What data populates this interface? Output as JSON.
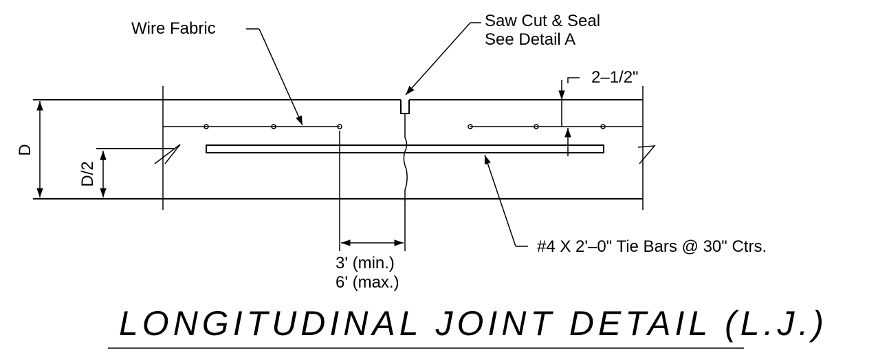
{
  "labels": {
    "wire_fabric": "Wire Fabric",
    "saw_cut_line1": "Saw Cut & Seal",
    "saw_cut_line2": "See Detail A",
    "cover": "2–1/2\"",
    "depth": "D",
    "half_depth": "D/2",
    "tie_bars": "#4 X 2'–0\" Tie Bars @ 30\" Ctrs.",
    "spacing_min": "3' (min.)",
    "spacing_max": "6' (max.)"
  },
  "title": "LONGITUDINAL  JOINT  DETAIL  (L.J.)"
}
